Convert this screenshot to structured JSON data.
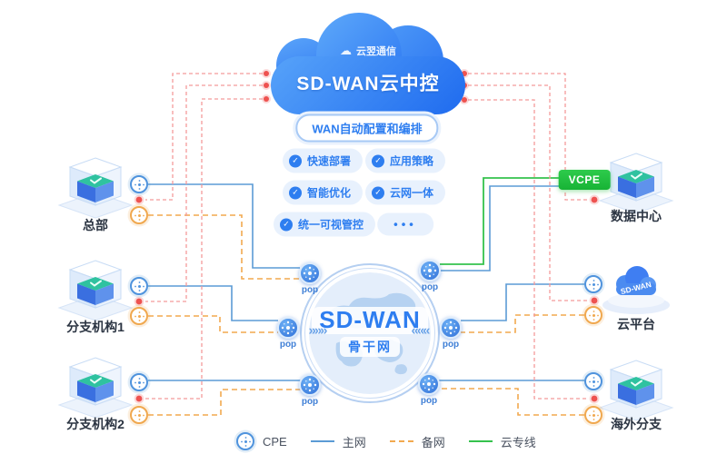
{
  "brand": {
    "logo": "云翌通信"
  },
  "cloud": {
    "title": "SD-WAN云中控"
  },
  "panel": {
    "title": "WAN自动配置和编排",
    "features": [
      "快速部署",
      "应用策略",
      "智能优化",
      "云网一体",
      "统一可视管控",
      "•••"
    ]
  },
  "backbone": {
    "title": "SD-WAN",
    "subtitle": "骨干网",
    "pop_label": "pop",
    "arrow_left": "»»»",
    "arrow_right": "«««"
  },
  "vcpe": {
    "label": "VCPE"
  },
  "sites": {
    "left": [
      {
        "name": "总部"
      },
      {
        "name": "分支机构1"
      },
      {
        "name": "分支机构2"
      }
    ],
    "right": [
      {
        "name": "数据中心"
      },
      {
        "name": "云平台",
        "icon_text": "SD-WAN"
      },
      {
        "name": "海外分支"
      }
    ]
  },
  "legend": {
    "cpe": "CPE",
    "main": "主网",
    "backup": "备网",
    "cloud_line": "云专线"
  },
  "colors": {
    "accent": "#2e7ef0",
    "main_line": "#5b9bd5",
    "backup_line": "#f2a94f",
    "mgmt_line": "#f49a9a",
    "cloud_line": "#35c24d",
    "vcpe_bg": "#22c03e"
  }
}
